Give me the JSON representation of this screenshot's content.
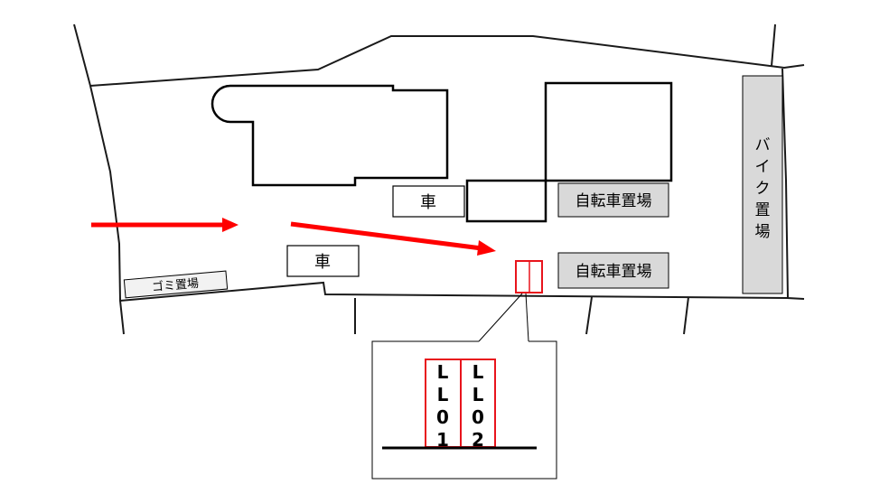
{
  "map": {
    "colors": {
      "route": "#ff0000",
      "marker": "#e8141c",
      "parking_fill": "#d9d9d9",
      "garbage_fill": "#f2f2f2",
      "line": "#1a1a1a"
    },
    "labels": {
      "car_1": "車",
      "car_2": "車",
      "bicycle_parking_1": "自転車置場",
      "bicycle_parking_2": "自転車置場",
      "bike_parking": [
        "バ",
        "イ",
        "ク",
        "置",
        "場"
      ],
      "garbage_area": "ゴミ置場"
    },
    "callout": {
      "spaces": [
        {
          "code_chars": [
            "L",
            "L",
            "0",
            "1"
          ]
        },
        {
          "code_chars": [
            "L",
            "L",
            "0",
            "2"
          ]
        }
      ]
    }
  }
}
